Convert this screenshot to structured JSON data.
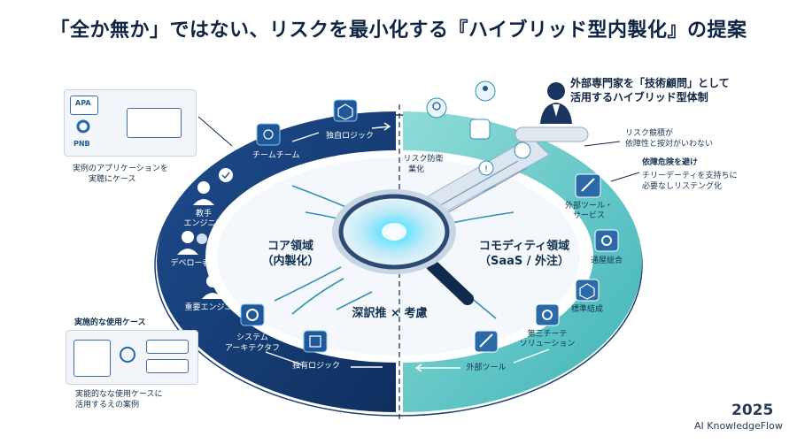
{
  "title": "「全か無か」ではない、リスクを最小化する『ハイブリッド型内製化』の提案",
  "external_expert": {
    "line1": "外部専門家を「技術顧問」として",
    "line2": "活用するハイブリッド型体制"
  },
  "notes": {
    "risk_line1": "リスク競積が",
    "risk_line2": "依障性と按対がいわない",
    "dependency_title": "依障危険を避け",
    "dependency_line1": "チリーデーティを支持ちに",
    "dependency_line2": "必要なしリステング化"
  },
  "left_panels": {
    "top_badge1": "APA",
    "top_badge2": "PNB",
    "top_caption1": "実例のアプリケーションを",
    "top_caption2": "実聴にケース",
    "bottom_heading": "実施的な使用ケース",
    "bottom_caption1": "実能的なな使用ケースに",
    "bottom_caption2": "活用するえの案例"
  },
  "core": {
    "label1": "コア領域",
    "label2": "（内製化）",
    "items": {
      "logic_top": "独自ロジック",
      "team": "チームチーム",
      "edu1": "教手",
      "edu2": "エンジニア",
      "dev": "デベロー者",
      "key_eng": "重要エンジニア",
      "sys1": "システム",
      "sys2": "アーキテクタフ",
      "logic_bottom": "独有ロジック"
    }
  },
  "commodity": {
    "label1": "コモディティ領域",
    "label2": "（SaaS / 外注）",
    "items": {
      "ext_tools1": "外部ツール・",
      "ext_tools2": "サービス",
      "integration": "通屋総合",
      "standard": "標準結成",
      "third1": "第三チーテ",
      "third2": "ソリューション",
      "ext_tool": "外部ツール"
    }
  },
  "center": {
    "risk1": "リスク防衛",
    "risk2": "業化",
    "deep": "深訳推 × 考慮"
  },
  "footer": {
    "year": "2025",
    "brand": "AI KnowledgeFlow"
  },
  "colors": {
    "navy": "#173f7a",
    "navy_dark": "#0f2f5e",
    "teal": "#5ec3c4",
    "teal_dark": "#2f9fa6",
    "accent": "#3ecbe0"
  },
  "icons": [
    "brain-network-icon",
    "person-icon",
    "gear-icon",
    "box-icon",
    "lightbulb-icon",
    "wrench-icon",
    "magnifier-icon",
    "warning-icon",
    "chart-icon"
  ]
}
